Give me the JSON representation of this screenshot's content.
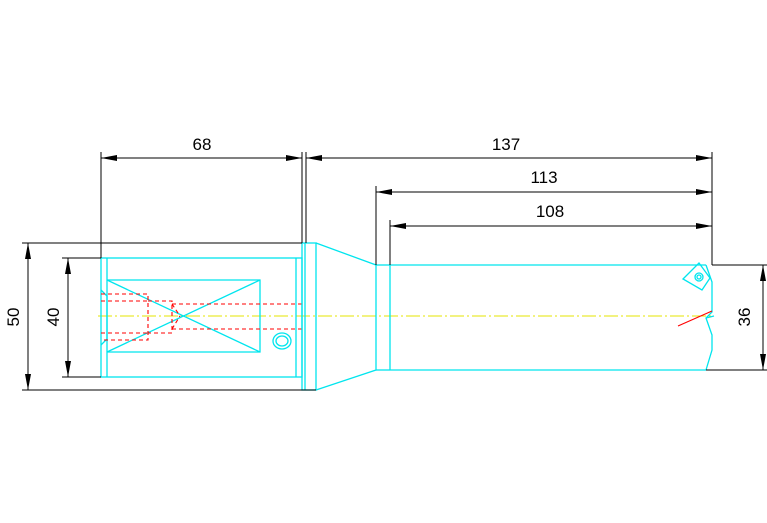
{
  "dimensions": {
    "shank_length": "68",
    "overall_length": "137",
    "length_113": "113",
    "length_108": "108",
    "flange_diameter": "50",
    "shank_diameter": "40",
    "drill_diameter": "36"
  },
  "colors": {
    "outline": "#00e5ee",
    "dimension": "#000000",
    "hidden": "#ff0000",
    "centerline": "#e6e600",
    "background": "#ffffff"
  }
}
